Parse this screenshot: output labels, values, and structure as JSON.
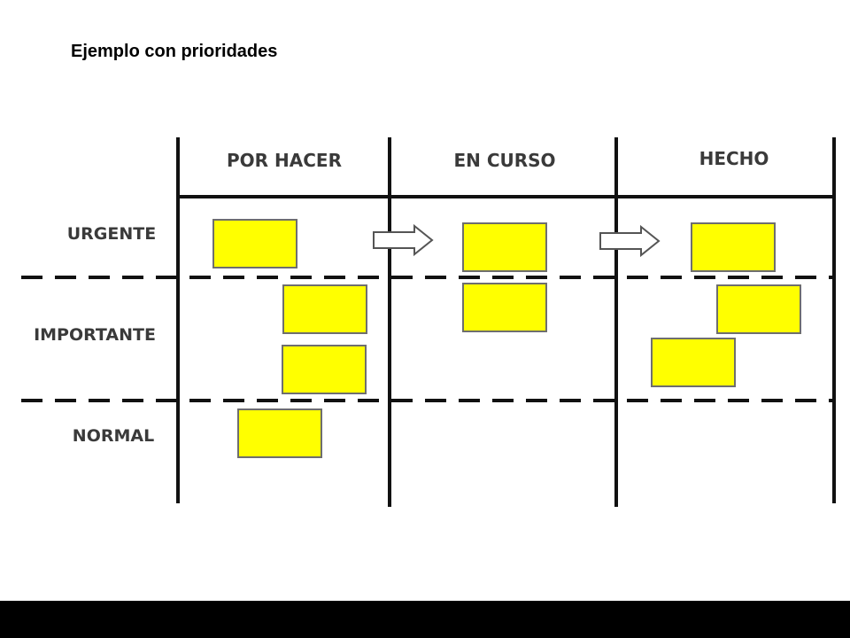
{
  "title": "Ejemplo con prioridades",
  "columns": [
    "POR HACER",
    "EN CURSO",
    "HECHO"
  ],
  "rows": [
    "URGENTE",
    "IMPORTANTE",
    "NORMAL"
  ],
  "colors": {
    "note_fill": "#ffff00",
    "note_border": "#6e6e6e",
    "line": "#111111",
    "label": "#3a3a3a"
  },
  "icons": [
    "arrow-right-icon",
    "arrow-right-icon"
  ]
}
